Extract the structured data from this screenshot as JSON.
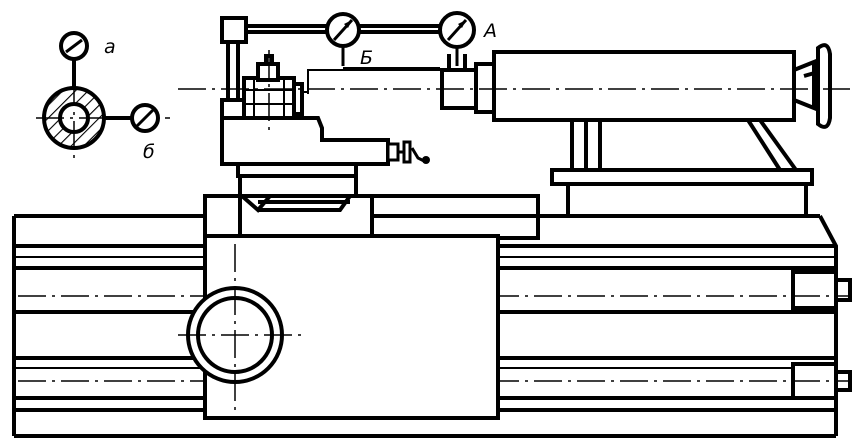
{
  "labels": {
    "indicator_top": "а",
    "indicator_side": "б",
    "gauge_a": "А",
    "gauge_b": "Б"
  }
}
